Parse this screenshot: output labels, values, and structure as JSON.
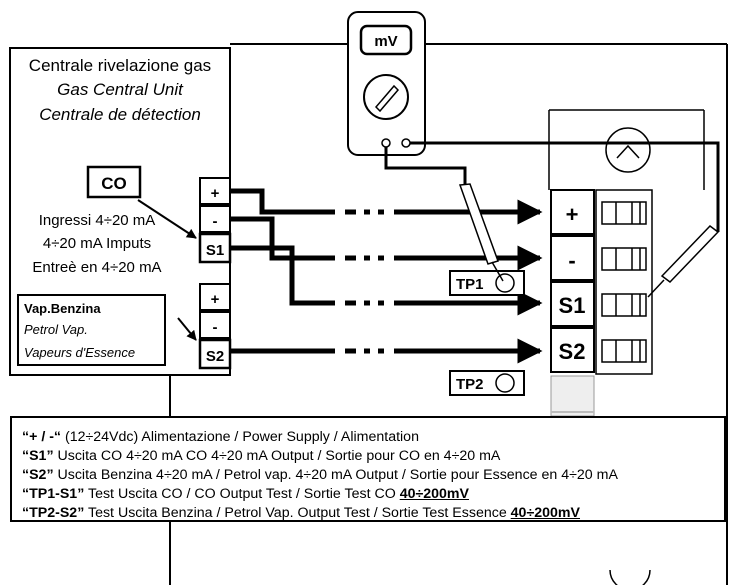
{
  "unit": {
    "title_it": "Centrale rivelazione gas",
    "title_en": "Gas Central Unit",
    "title_fr": "Centrale de détection"
  },
  "meter": {
    "label": "mV"
  },
  "co_sensor": {
    "label": "CO",
    "inputs_it": "Ingressi 4÷20 mA",
    "inputs_en": "4÷20 mA Imputs",
    "inputs_fr": "Entreè en 4÷20 mA"
  },
  "petrol_sensor": {
    "name_it": "Vap.Benzina",
    "name_en": "Petrol Vap.",
    "name_fr": "Vapeurs d'Essence"
  },
  "terminals_left": [
    "+",
    "-",
    "S1",
    "+",
    "-",
    "S2"
  ],
  "terminals_right": [
    "+",
    "-",
    "S1",
    "S2"
  ],
  "test_points": [
    "TP1",
    "TP2"
  ],
  "legend": [
    {
      "key": "“+ / -“",
      "text": " (12÷24Vdc) Alimentazione / Power Supply / Alimentation",
      "value": ""
    },
    {
      "key": "“S1”",
      "text": " Uscita CO 4÷20 mA CO 4÷20 mA Output / Sortie pour CO en 4÷20 mA",
      "value": ""
    },
    {
      "key": "“S2”",
      "text": " Uscita Benzina 4÷20 mA / Petrol vap. 4÷20 mA Output / Sortie pour Essence en 4÷20 mA",
      "value": ""
    },
    {
      "key": "“TP1-S1”",
      "text": " Test Uscita CO / CO Output Test / Sortie Test CO ",
      "value": "40÷200mV"
    },
    {
      "key": "“TP2-S2”",
      "text": " Test Uscita Benzina / Petrol Vap. Output Test / Sortie Test Essence ",
      "value": "40÷200mV"
    }
  ]
}
